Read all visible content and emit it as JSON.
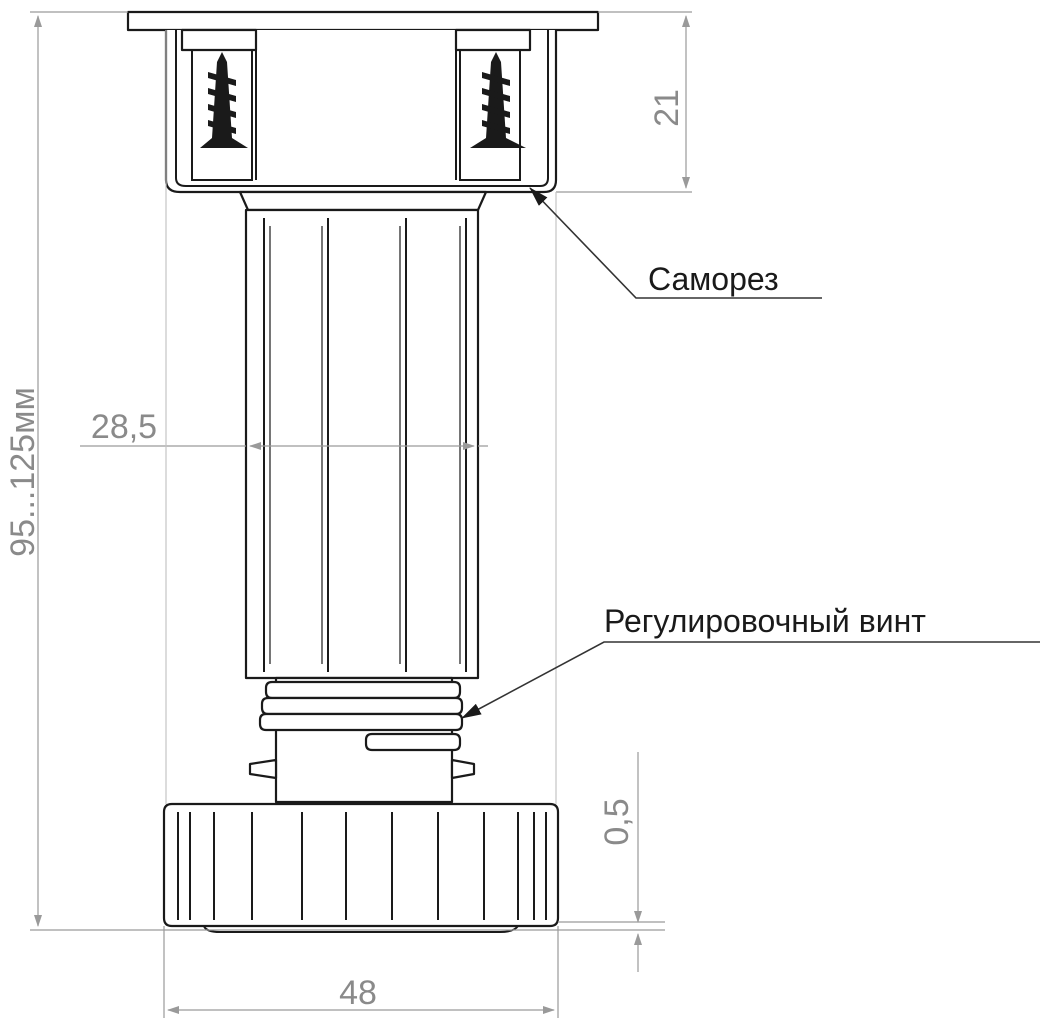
{
  "drawing": {
    "dimensions": {
      "total_height": "95...125мм",
      "plate_height": "21",
      "column_diameter": "28,5",
      "foot_diameter": "48",
      "foot_clearance": "0,5"
    },
    "callouts": {
      "screw": "Саморез",
      "adjust_screw": "Регулировочный винт"
    }
  },
  "colors": {
    "outline": "#1a1a1a",
    "dimension": "#8a8a8a",
    "background": "#ffffff"
  }
}
